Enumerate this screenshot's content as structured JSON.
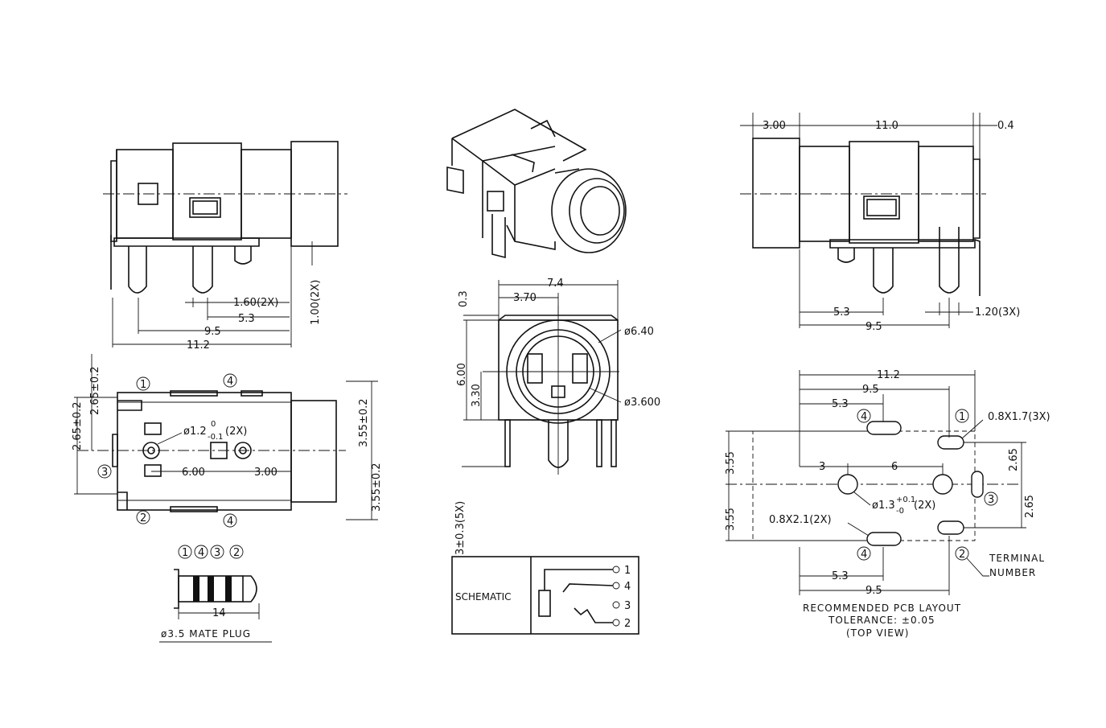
{
  "view_side_left": {
    "d_160": "1.60(2X)",
    "d_53": "5.3",
    "d_95": "9.5",
    "d_112": "11.2",
    "d_100": "1.00(2X)"
  },
  "view_3d": {},
  "view_side_right": {
    "d_300": "3.00",
    "d_110": "11.0",
    "d_04": "0.4",
    "d_53": "5.3",
    "d_95": "9.5",
    "d_120": "1.20(3X)"
  },
  "view_front": {
    "d_74": "7.4",
    "d_370": "3.70",
    "d_03": "0.3",
    "d_600": "6.00",
    "d_330": "3.30",
    "d_640": "ø6.40",
    "d_3600": "ø3.600",
    "d_pins": "3±0.3(5X)"
  },
  "view_top": {
    "pin1": "1",
    "pin2": "2",
    "pin3": "3",
    "pin4a": "4",
    "pin4b": "4",
    "d_265a": "2.65±0.2",
    "d_265b": "2.65±0.2",
    "d_hole": "ø1.2",
    "d_hole_sup": "0",
    "d_hole_sub": "-0.1",
    "d_hole_cnt": "(2X)",
    "d_600": "6.00",
    "d_300": "3.00",
    "d_355a": "3.55±0.2",
    "d_355b": "3.55±0.2"
  },
  "plug": {
    "rings": [
      "1",
      "4",
      "3",
      "2"
    ],
    "d_14": "14",
    "title": "ø3.5 MATE PLUG"
  },
  "schematic": {
    "label": "SCHEMATIC",
    "pins": [
      "1",
      "4",
      "3",
      "2"
    ]
  },
  "pcb": {
    "d_112": "11.2",
    "d_95top": "9.5",
    "d_53top": "5.3",
    "d_08x17": "0.8X1.7(3X)",
    "d_355a": "3.55",
    "d_355b": "3.55",
    "d_265a": "2.65",
    "d_265b": "2.65",
    "d_3": "3",
    "d_6": "6",
    "d_hole": "ø1.3",
    "d_hole_sup": "+0.1",
    "d_hole_sub": "-0",
    "d_hole_cnt": "(2X)",
    "d_08x21": "0.8X2.1(2X)",
    "d_53bot": "5.3",
    "d_95bot": "9.5",
    "pin1": "1",
    "pin2": "2",
    "pin3": "3",
    "pin4a": "4",
    "pin4b": "4",
    "terminal": "TERMINAL",
    "number": "NUMBER",
    "note1": "RECOMMENDED PCB LAYOUT",
    "note2": "TOLERANCE: ±0.05",
    "note3": "(TOP VIEW)"
  }
}
